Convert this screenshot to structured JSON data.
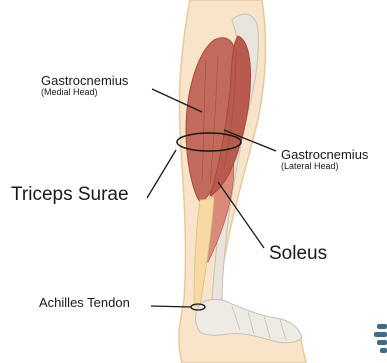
{
  "labels": {
    "gastroc_medial": {
      "title": "Gastrocnemius",
      "sub": "(Medial Head)"
    },
    "gastroc_lateral": {
      "title": "Gastrocnemius",
      "sub": "(Lateral Head)"
    },
    "triceps_surae": "Triceps Surae",
    "soleus": "Soleus",
    "achilles": "Achilles Tendon"
  },
  "colors": {
    "skin": "#f8e4c9",
    "skin_outline": "#e9c9a0",
    "muscle": "#c26a5b",
    "muscle_dark": "#a9483c",
    "tendon": "#f6d9a3",
    "bone": "#e9e4dc",
    "bone_outline": "#c9c0b3",
    "leader": "#1a1a1a",
    "brand": "#3b6c8c"
  }
}
